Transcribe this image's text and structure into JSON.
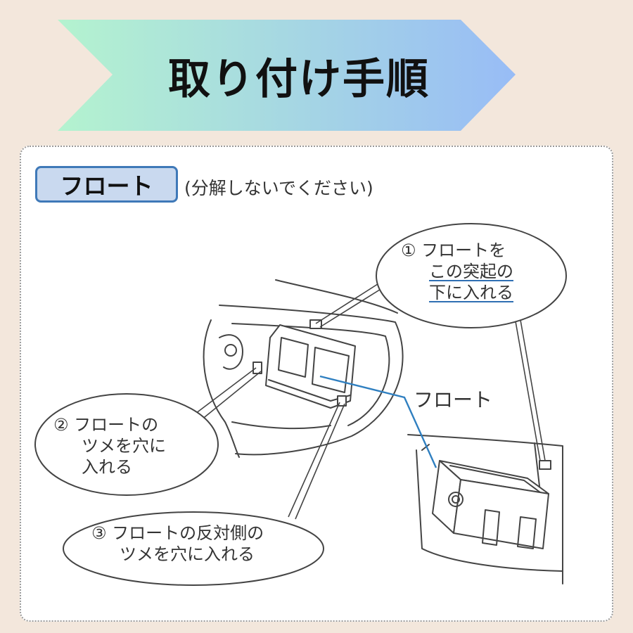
{
  "banner": {
    "title": "取り付け手順",
    "colors": {
      "left": "#b4f3cf",
      "right": "#98bcf6"
    }
  },
  "part": {
    "name": "フロート",
    "note": "(分解しないでください)"
  },
  "callouts": [
    {
      "number": "①",
      "lines": [
        "フロートを",
        "この突起の",
        "下に入れる"
      ]
    },
    {
      "number": "②",
      "lines": [
        "フロートの",
        "ツメを穴に",
        "入れる"
      ]
    },
    {
      "number": "③",
      "lines": [
        "フロートの反対側の",
        "ツメを穴に入れる"
      ]
    }
  ],
  "diagram": {
    "pointer_label": "フロート",
    "accent_color": "#2f7fc0",
    "badge_color": "#c9d9ef"
  }
}
